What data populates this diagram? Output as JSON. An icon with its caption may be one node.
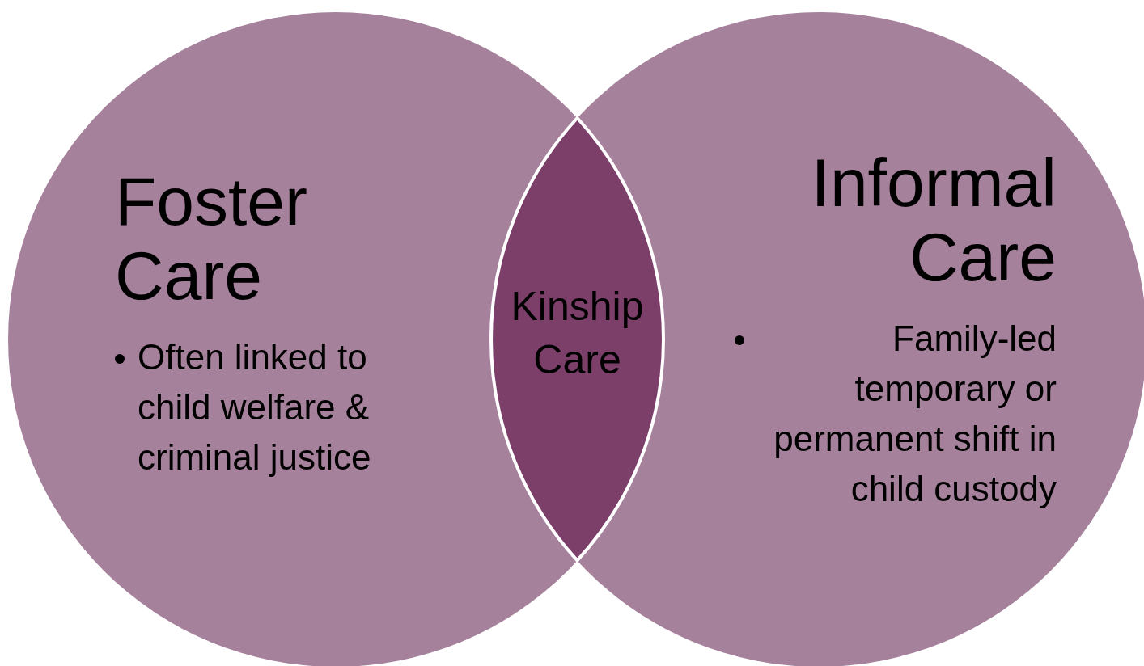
{
  "diagram": {
    "nodes": [
      {
        "text": [
          "Foster Care",
          "Often linked to child welfare & criminal justice"
        ]
      },
      {
        "text": [
          "Informal Care",
          "Family-led temporary or permanent shift in child custody"
        ]
      },
      {
        "text": [
          "Kinship Care"
        ]
      }
    ]
  }
}
